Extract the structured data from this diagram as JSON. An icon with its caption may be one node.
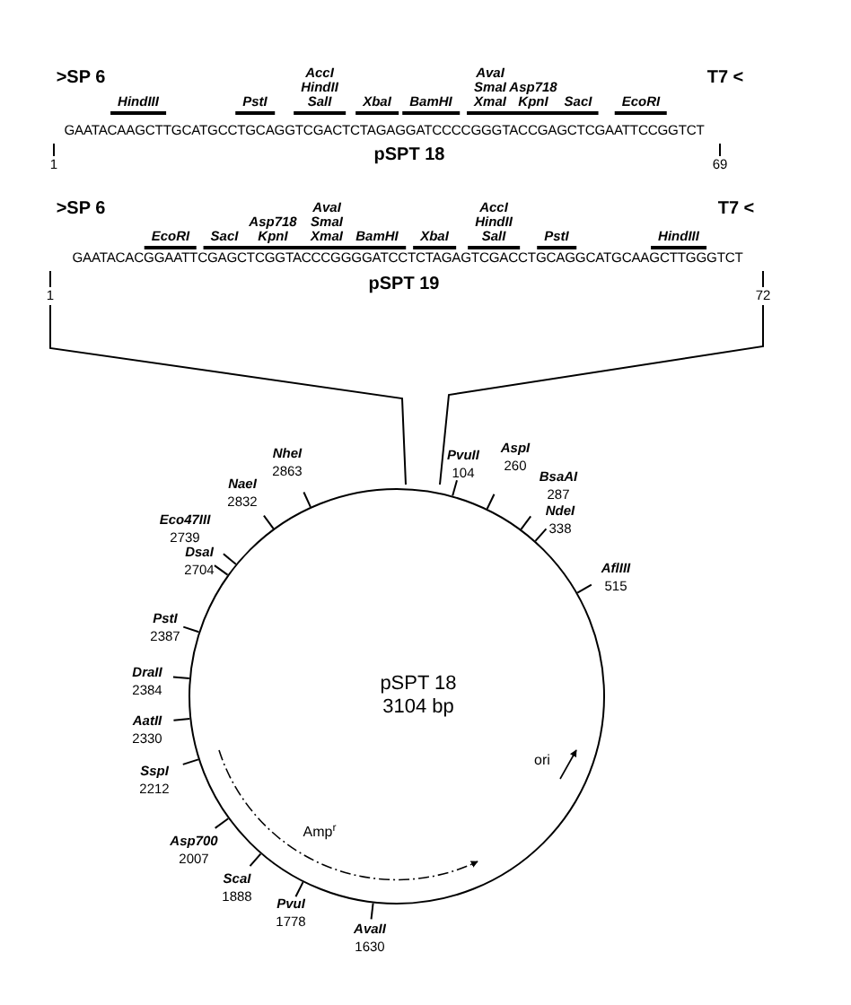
{
  "diagram": {
    "nodes": [
      {
        "text": [
          "pSPT 18",
          "3104 bp"
        ]
      }
    ],
    "labels": [
      ">SP 6",
      "T7 <",
      "HindIII",
      "PstI",
      "AccI HindII SalI",
      "XbaI",
      "BamHI",
      "AvaI SmaI XmaI",
      "Asp718 KpnI",
      "SacI",
      "EcoRI",
      "GAATACAAGCTTGCATGCCTGCAGGTCGACTCTAGAGGATCCCCGGGTACCGAGCTCGAATTCCGGTCT",
      "pSPT 18",
      "1",
      "69",
      ">SP 6",
      "T7 <",
      "EcoRI",
      "SacI",
      "Asp718 KpnI",
      "AvaI SmaI XmaI",
      "BamHI",
      "XbaI",
      "AccI HindII SalI",
      "PstI",
      "HindIII",
      "GAATACACGGAATTCGAGCTCGGTACCCGGGGATCCTCTAGAGTCGACCTGCAGGCATGCAAGCTTGGGTCT",
      "pSPT 19",
      "1",
      "72",
      "NheI",
      "2863",
      "PvuII",
      "104",
      "AspI",
      "260",
      "NaeI",
      "2832",
      "BsaAI",
      "287",
      "NdeI",
      "338",
      "Eco47III",
      "2739",
      "DsaI",
      "2704",
      "AflIII",
      "515",
      "PstI",
      "2387",
      "DraII",
      "2384",
      "AatII",
      "2330",
      "SspI",
      "2212",
      "ori",
      "Amp$^{r}$",
      "Asp700",
      "2007",
      "ScaI",
      "1888",
      "PvuI",
      "1778",
      "AvaII",
      "1630"
    ]
  }
}
